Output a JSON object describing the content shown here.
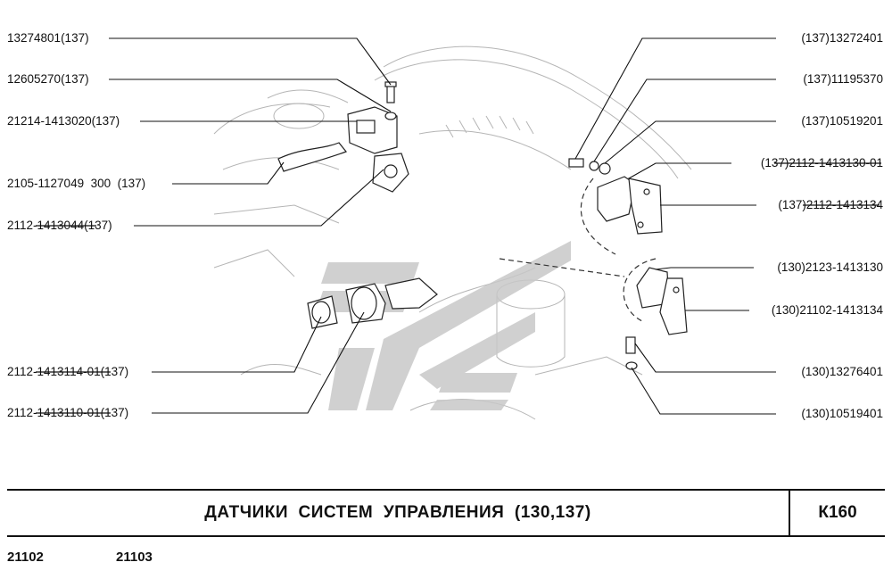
{
  "callouts_left": [
    {
      "id": "l1",
      "text": "13274801(137)"
    },
    {
      "id": "l2",
      "text": "12605270(137)"
    },
    {
      "id": "l3",
      "text": "21214-1413020(137)"
    },
    {
      "id": "l4",
      "text": "2105-1127049  300  (137)"
    },
    {
      "id": "l5",
      "text": "2112-1413044(137)"
    },
    {
      "id": "l6",
      "text": "2112-1413114-01(137)"
    },
    {
      "id": "l7",
      "text": "2112-1413110-01(137)"
    }
  ],
  "callouts_right": [
    {
      "id": "r1",
      "text": "(137)13272401"
    },
    {
      "id": "r2",
      "text": "(137)11195370"
    },
    {
      "id": "r3",
      "text": "(137)10519201"
    },
    {
      "id": "r4",
      "text": "(137)2112-1413130-01"
    },
    {
      "id": "r5",
      "text": "(137)2112-1413134"
    },
    {
      "id": "r6",
      "text": "(130)2123-1413130"
    },
    {
      "id": "r7",
      "text": "(130)21102-1413134"
    },
    {
      "id": "r8",
      "text": "(130)13276401"
    },
    {
      "id": "r9",
      "text": "(130)10519401"
    }
  ],
  "footer": {
    "title": "ДАТЧИКИ  СИСТЕМ  УПРАВЛЕНИЯ  (130,137)",
    "code": "К160"
  },
  "models": [
    "21102",
    "21103"
  ],
  "colors": {
    "ink": "#111111",
    "watermark": "#c8c8c8",
    "sketch": "#9a9a9a"
  }
}
